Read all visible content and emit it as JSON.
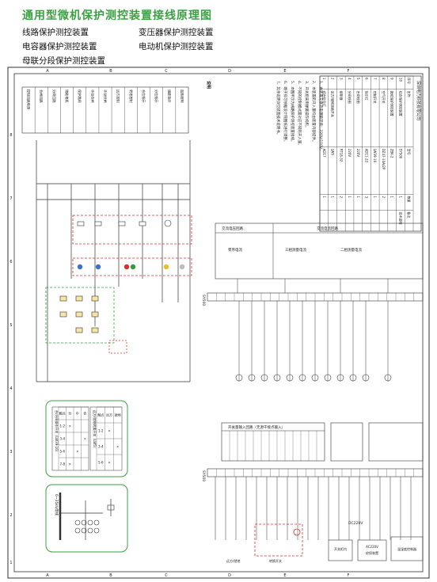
{
  "header": {
    "title": "通用型微机保护测控装置接线原理图",
    "devices": [
      "线路保护测控装置",
      "变压器保护测控装置",
      "电容器保护测控装置",
      "电动机保护测控装置",
      "母联分段保护测控装置"
    ]
  },
  "frame": {
    "col_letters": [
      "A",
      "B",
      "C",
      "D",
      "E",
      "F"
    ],
    "row_numbers": [
      "1",
      "2",
      "3",
      "4",
      "5",
      "6",
      "7",
      "8"
    ]
  },
  "notes": {
    "heading": "说明",
    "lines": [
      "1、本装置交直流电源额定值：220V/110V。",
      "2、本装置的开入量均由装置内部提供。",
      "3、开关柜采用弹簧操作机构。",
      "4、不同的控制模式需对应不同的开入量。",
      "5、本图所示为线路保护测控装置接线。",
      "6、端子排可依据设计院图纸进行调整。",
      "7、其余说明详见装置技术说明书。"
    ]
  },
  "bom": {
    "headers": [
      "序号",
      "名称",
      "型号",
      "数量",
      "备注"
    ],
    "rows": [
      [
        "10",
        "综合保护测控装置",
        "SY500",
        "1",
        "技术说明"
      ],
      [
        "9",
        "微机保护测控装置",
        "ZBK-2",
        "1",
        ""
      ],
      [
        "8",
        "空气开关",
        "DZ47-10A/2P",
        "2",
        ""
      ],
      [
        "7",
        "控制开关",
        "LW39-16",
        "1",
        ""
      ],
      [
        "6",
        "指示灯",
        "AD11-22",
        "3",
        ""
      ],
      [
        "5",
        "合闸线圈",
        "220V",
        "1",
        ""
      ],
      [
        "4",
        "分闸线圈",
        "220V",
        "1",
        ""
      ],
      [
        "3",
        "熔断器",
        "RT18-32",
        "2",
        ""
      ],
      [
        "2",
        "远方/就地转换开关",
        "LW5",
        "1",
        ""
      ],
      [
        "1",
        "综合信号灯",
        "AD17",
        "1",
        ""
      ]
    ],
    "company": "深圳电力科技有限公司"
  },
  "terminals": {
    "top_strip": "SY500",
    "bottom_strip": "SY500"
  },
  "sections": {
    "analog_ac": "交流电流回路",
    "analog_v": "交流电压回路",
    "binary_inputs": "开关量输入回路（无源干接点输入）",
    "protect_current": "零序电流",
    "three_phase_v": "三相测量电流",
    "two_phase_v": "二相测量电流"
  },
  "left_table": {
    "labels": [
      "控制回路电源",
      "合闸回路",
      "分闸回路",
      "储能电机",
      "保护跳闸",
      "手动合闸",
      "手动分闸",
      "远方控制",
      "就地控制",
      "合位指示",
      "分位指示",
      "储能指示",
      "加热照明"
    ]
  },
  "switch_table": {
    "title": "合/分闸操作开关（LW39-16）",
    "cols": [
      "触点",
      "分",
      "中",
      "合"
    ],
    "rows": [
      [
        "1-2",
        "×",
        "",
        ""
      ],
      [
        "3-4",
        "",
        "",
        "×"
      ],
      [
        "5-6",
        "",
        "×",
        ""
      ],
      [
        "7-8",
        "×",
        "",
        ""
      ]
    ]
  },
  "remote_table": {
    "title": "远方/就地转换开关（LW5）",
    "cols": [
      "触点",
      "远方",
      "就地"
    ],
    "rows": [
      [
        "1-2",
        "×",
        ""
      ],
      [
        "3-4",
        "",
        "×"
      ],
      [
        "5-6",
        "×",
        ""
      ]
    ]
  },
  "labels": {
    "remote_note1": "远方/就地",
    "remote_note2": "转换开关",
    "bottom_note1": "开关柜内",
    "bottom_note2": "综保装置",
    "bottom_note3": "温湿度控制器",
    "bus_label": "6~35kV母线",
    "dc_power": "DC220V",
    "ac_power": "AC220V"
  }
}
